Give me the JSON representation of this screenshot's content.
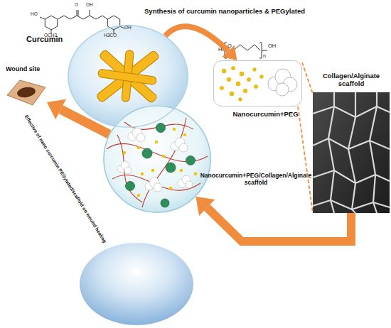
{
  "diagram": {
    "nodes": [
      {
        "text": [
          "Curcumin"
        ]
      },
      {
        "text": [
          "Nanocurcumin+PEG"
        ]
      },
      {
        "text": [
          "Collagen/Alginate scaffold"
        ]
      },
      {
        "text": [
          "Nanocurcumin+PEG/Collagen/Alginate scaffold"
        ]
      },
      {
        "text": [
          "Wound site"
        ]
      }
    ],
    "edges": [
      {
        "from": 0,
        "to": 1,
        "arrow": "to",
        "label": "Synthesis of curcumin nanoparticles & PEGylated"
      },
      {
        "from": 1,
        "to": 2,
        "arrow": "none"
      },
      {
        "from": 2,
        "to": 3,
        "arrow": "to"
      },
      {
        "from": 3,
        "to": 4,
        "arrow": "to",
        "label": "Effective of nano curcumin PEGylated/scaffold on wound healing"
      }
    ],
    "labels": [
      "O",
      "OH",
      "HO",
      "OCH3",
      "H3CO",
      "OH",
      "H",
      "O",
      "n",
      "OH"
    ]
  }
}
